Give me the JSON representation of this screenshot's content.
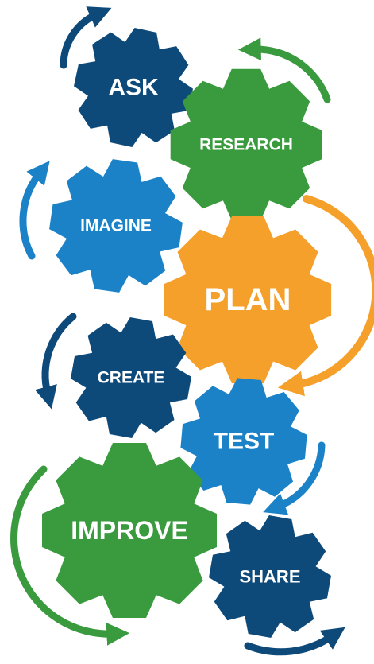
{
  "colors": {
    "navy": "#0e4a79",
    "green": "#3a9a3e",
    "blue": "#1b82c8",
    "orange": "#f5a02a",
    "background": "#ffffff",
    "label": "#ffffff"
  },
  "gears": [
    {
      "id": "ask",
      "label": "ASK",
      "color": "navy"
    },
    {
      "id": "research",
      "label": "RESEARCH",
      "color": "green"
    },
    {
      "id": "imagine",
      "label": "IMAGINE",
      "color": "blue"
    },
    {
      "id": "plan",
      "label": "PLAN",
      "color": "orange"
    },
    {
      "id": "create",
      "label": "CREATE",
      "color": "navy"
    },
    {
      "id": "test",
      "label": "TEST",
      "color": "blue"
    },
    {
      "id": "improve",
      "label": "IMPROVE",
      "color": "green"
    },
    {
      "id": "share",
      "label": "SHARE",
      "color": "navy"
    }
  ]
}
